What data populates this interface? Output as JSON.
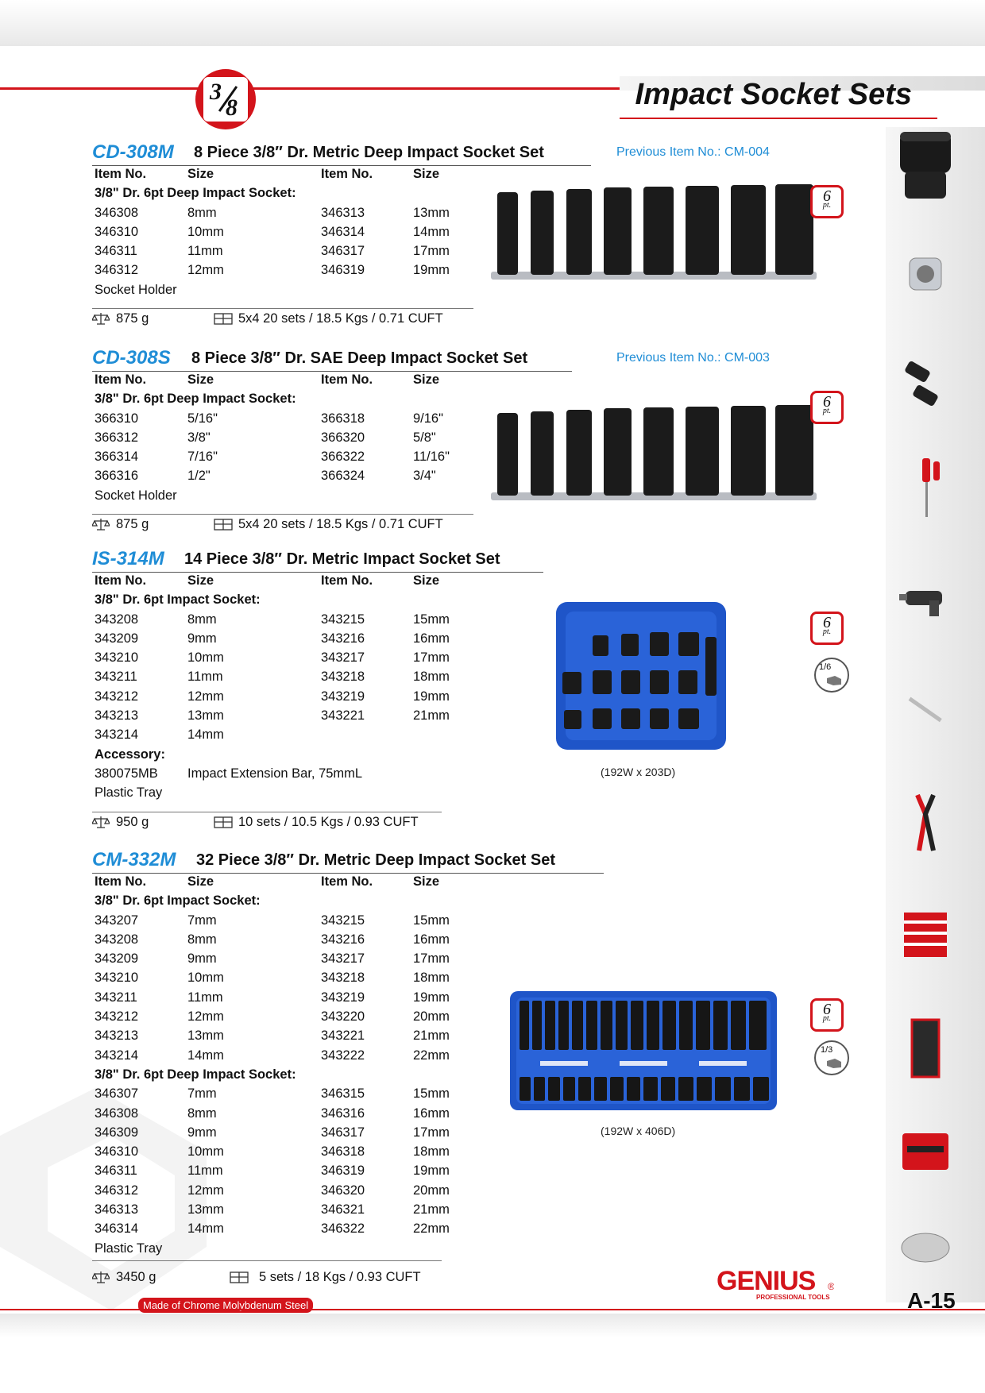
{
  "header": {
    "drive_num": "3",
    "drive_den": "8",
    "title": "Impact Socket Sets"
  },
  "icons": {
    "weight": "scale-icon",
    "carton": "carton-icon",
    "pt": "hex-6pt-icon"
  },
  "colors": {
    "accent_red": "#d3141b",
    "accent_blue": "#1f8dd6",
    "tray_blue": "#1f55c8"
  },
  "sections": [
    {
      "code": "CD-308M",
      "title": "8 Piece 3/8″ Dr. Metric Deep Impact Socket Set",
      "previous": "Previous Item No.: CM-004",
      "headers": [
        "Item No.",
        "Size",
        "Item No.",
        "Size"
      ],
      "sub1": "3/8\" Dr. 6pt Deep Impact Socket:",
      "rows": [
        [
          "346308",
          "8mm",
          "346313",
          "13mm"
        ],
        [
          "346310",
          "10mm",
          "346314",
          "14mm"
        ],
        [
          "346311",
          "11mm",
          "346317",
          "17mm"
        ],
        [
          "346312",
          "12mm",
          "346319",
          "19mm"
        ]
      ],
      "extra": "Socket Holder",
      "weight": "875 g",
      "packing": "5x4  20 sets / 18.5 Kgs / 0.71 CUFT",
      "pt": "6",
      "pt_label": "pt."
    },
    {
      "code": "CD-308S",
      "title": "8 Piece 3/8″ Dr. SAE Deep Impact Socket Set",
      "previous": "Previous Item No.: CM-003",
      "headers": [
        "Item No.",
        "Size",
        "Item No.",
        "Size"
      ],
      "sub1": "3/8\" Dr. 6pt Deep Impact Socket:",
      "rows": [
        [
          "366310",
          "5/16\"",
          "366318",
          "9/16\""
        ],
        [
          "366312",
          "3/8\"",
          "366320",
          "5/8\""
        ],
        [
          "366314",
          "7/16\"",
          "366322",
          "11/16\""
        ],
        [
          "366316",
          "1/2\"",
          "366324",
          "3/4\""
        ]
      ],
      "extra": "Socket Holder",
      "weight": "875 g",
      "packing": "5x4  20 sets / 18.5 Kgs / 0.71 CUFT",
      "pt": "6",
      "pt_label": "pt."
    },
    {
      "code": "IS-314M",
      "title": "14 Piece 3/8″ Dr. Metric Impact Socket Set",
      "headers": [
        "Item No.",
        "Size",
        "Item No.",
        "Size"
      ],
      "sub1": "3/8\" Dr. 6pt Impact Socket:",
      "rows": [
        [
          "343208",
          "8mm",
          "343215",
          "15mm"
        ],
        [
          "343209",
          "9mm",
          "343216",
          "16mm"
        ],
        [
          "343210",
          "10mm",
          "343217",
          "17mm"
        ],
        [
          "343211",
          "11mm",
          "343218",
          "18mm"
        ],
        [
          "343212",
          "12mm",
          "343219",
          "19mm"
        ],
        [
          "343213",
          "13mm",
          "343221",
          "21mm"
        ],
        [
          "343214",
          "14mm",
          "",
          ""
        ]
      ],
      "accessory_label": "Accessory:",
      "accessory": [
        "380075MB",
        "Impact Extension Bar, 75mmL"
      ],
      "extra": "Plastic Tray",
      "weight": "950 g",
      "packing": "10 sets / 10.5 Kgs / 0.93 CUFT",
      "pt": "6",
      "pt_label": "pt.",
      "fraction": "1/6",
      "dimension": "(192W x 203D)"
    },
    {
      "code": "CM-332M",
      "title": "32 Piece 3/8″ Dr. Metric Deep Impact Socket Set",
      "headers": [
        "Item No.",
        "Size",
        "Item No.",
        "Size"
      ],
      "sub1": "3/8\" Dr. 6pt Impact Socket:",
      "rows": [
        [
          "343207",
          "7mm",
          "343215",
          "15mm"
        ],
        [
          "343208",
          "8mm",
          "343216",
          "16mm"
        ],
        [
          "343209",
          "9mm",
          "343217",
          "17mm"
        ],
        [
          "343210",
          "10mm",
          "343218",
          "18mm"
        ],
        [
          "343211",
          "11mm",
          "343219",
          "19mm"
        ],
        [
          "343212",
          "12mm",
          "343220",
          "20mm"
        ],
        [
          "343213",
          "13mm",
          "343221",
          "21mm"
        ],
        [
          "343214",
          "14mm",
          "343222",
          "22mm"
        ]
      ],
      "sub2": "3/8\" Dr. 6pt Deep Impact Socket:",
      "rows2": [
        [
          "346307",
          "7mm",
          "346315",
          "15mm"
        ],
        [
          "346308",
          "8mm",
          "346316",
          "16mm"
        ],
        [
          "346309",
          "9mm",
          "346317",
          "17mm"
        ],
        [
          "346310",
          "10mm",
          "346318",
          "18mm"
        ],
        [
          "346311",
          "11mm",
          "346319",
          "19mm"
        ],
        [
          "346312",
          "12mm",
          "346320",
          "20mm"
        ],
        [
          "346313",
          "13mm",
          "346321",
          "21mm"
        ],
        [
          "346314",
          "14mm",
          "346322",
          "22mm"
        ]
      ],
      "extra": "Plastic Tray",
      "weight": "3450 g",
      "packing": "5 sets / 18 Kgs / 0.93 CUFT",
      "pt": "6",
      "pt_label": "pt.",
      "fraction": "1/3",
      "dimension": "(192W x 406D)"
    }
  ],
  "footer": {
    "material": "Made of Chrome Molybdenum Steel",
    "brand": "GENIUS",
    "brand_tag": "PROFESSIONAL TOOLS",
    "page": "A-15"
  }
}
